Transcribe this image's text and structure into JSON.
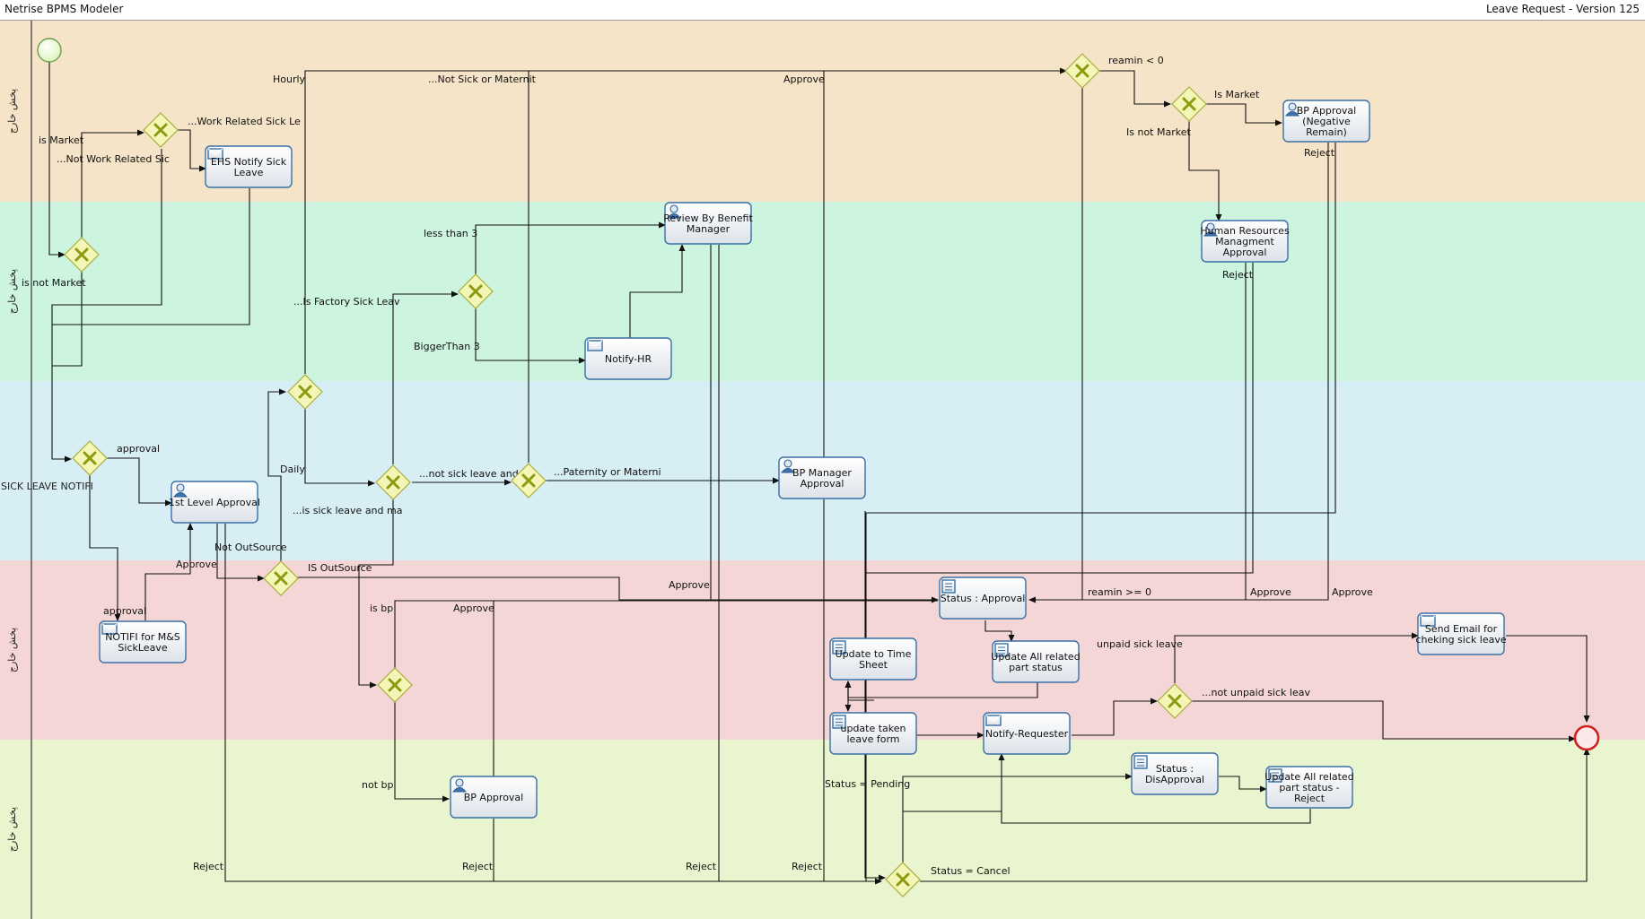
{
  "app": {
    "title": "Netrise BPMS Modeler",
    "document_title": "Leave Request - Version 125"
  },
  "colors": {
    "lane_1": "#f5e4c7",
    "lane_2": "#ccf4df",
    "lane_3": "#d7eef5",
    "lane_4": "#f5d6d6",
    "lane_5": "#e9f5cf",
    "task_border": "#3a6fa5",
    "gateway_fill": "#f3f6b6",
    "gateway_mark": "#8d9a10",
    "start_event": "#d9f5b8",
    "end_event": "#cc2222"
  },
  "lanes": [
    {
      "id": "lane1",
      "label": "پخش خارج"
    },
    {
      "id": "lane2",
      "label": "پخش خارج"
    },
    {
      "id": "lane3",
      "label": "SICK LEAVE NOTIFI"
    },
    {
      "id": "lane4",
      "label": "پخش خارج"
    },
    {
      "id": "lane5",
      "label": "پخش خارج"
    }
  ],
  "tasks": [
    {
      "id": "ehs",
      "type": "mail",
      "lines": [
        "EHS Notify Sick",
        "Leave"
      ]
    },
    {
      "id": "review",
      "type": "user",
      "lines": [
        "Review By Benefit",
        "Manager"
      ]
    },
    {
      "id": "notifyhr",
      "type": "mail",
      "lines": [
        "Notify-HR"
      ]
    },
    {
      "id": "firstlevel",
      "type": "user",
      "lines": [
        "1st Level Approval"
      ]
    },
    {
      "id": "bpmgr",
      "type": "user",
      "lines": [
        "BP Manager",
        "Approval"
      ]
    },
    {
      "id": "notifims",
      "type": "mail",
      "lines": [
        "NOTIFI for M&S",
        "SickLeave"
      ]
    },
    {
      "id": "statusappr",
      "type": "script",
      "lines": [
        "Status : Approval"
      ]
    },
    {
      "id": "updall",
      "type": "script",
      "lines": [
        "Update All related",
        "part status"
      ]
    },
    {
      "id": "updts",
      "type": "script",
      "lines": [
        "Update to Time",
        "Sheet"
      ]
    },
    {
      "id": "updtaken",
      "type": "script",
      "lines": [
        "update taken",
        "leave form"
      ]
    },
    {
      "id": "notifyreq",
      "type": "mail",
      "lines": [
        "Notify-Requester"
      ]
    },
    {
      "id": "sendemail",
      "type": "mail",
      "lines": [
        "Send Email for",
        "cheking sick leave"
      ]
    },
    {
      "id": "bpappr",
      "type": "user",
      "lines": [
        "BP Approval"
      ]
    },
    {
      "id": "statusdis",
      "type": "script",
      "lines": [
        "Status :",
        "DisApproval"
      ]
    },
    {
      "id": "updreject",
      "type": "script",
      "lines": [
        "Update All related",
        "part status -",
        "Reject"
      ]
    },
    {
      "id": "bpneg",
      "type": "user",
      "lines": [
        "BP Approval",
        "(Negative",
        "Remain)"
      ]
    },
    {
      "id": "hrm",
      "type": "user",
      "lines": [
        "Human Resources",
        "Managment",
        "Approval"
      ]
    }
  ],
  "gateways": [
    {
      "id": "g_market"
    },
    {
      "id": "g_workrel"
    },
    {
      "id": "g_approval"
    },
    {
      "id": "g_daily"
    },
    {
      "id": "g_sick"
    },
    {
      "id": "g_lessthan"
    },
    {
      "id": "g_paternity"
    },
    {
      "id": "g_outsource"
    },
    {
      "id": "g_isbp"
    },
    {
      "id": "g_reamin"
    },
    {
      "id": "g_ismarket"
    },
    {
      "id": "g_unpaid"
    },
    {
      "id": "g_status"
    }
  ],
  "edge_labels": [
    {
      "id": "l_ismarket",
      "text": "is Market"
    },
    {
      "id": "l_notwork",
      "text": "...Not Work Related Sic"
    },
    {
      "id": "l_workrel",
      "text": "...Work Related Sick Le"
    },
    {
      "id": "l_isnotmarket",
      "text": "is not Market"
    },
    {
      "id": "l_approval1",
      "text": "approval"
    },
    {
      "id": "l_approval2",
      "text": "approval"
    },
    {
      "id": "l_hourly",
      "text": "Hourly"
    },
    {
      "id": "l_notsickmat",
      "text": "...Not Sick or Maternit"
    },
    {
      "id": "l_approve_top",
      "text": "Approve"
    },
    {
      "id": "l_factory",
      "text": "...Is Factory Sick Leav"
    },
    {
      "id": "l_lessthan",
      "text": "less than 3"
    },
    {
      "id": "l_bigger",
      "text": "BiggerThan 3"
    },
    {
      "id": "l_daily",
      "text": "Daily"
    },
    {
      "id": "l_notsick",
      "text": "...not sick leave and m"
    },
    {
      "id": "l_paternity",
      "text": "...Paternity or Materni"
    },
    {
      "id": "l_issick",
      "text": "...is sick leave and ma"
    },
    {
      "id": "l_notout",
      "text": "Not OutSource"
    },
    {
      "id": "l_approve_1st",
      "text": "Approve"
    },
    {
      "id": "l_isout",
      "text": "IS OutSource"
    },
    {
      "id": "l_approve_mid",
      "text": "Approve"
    },
    {
      "id": "l_isbp",
      "text": "is bp"
    },
    {
      "id": "l_approve_bp",
      "text": "Approve"
    },
    {
      "id": "l_notbp",
      "text": "not bp"
    },
    {
      "id": "l_reamin_lt",
      "text": "reamin < 0"
    },
    {
      "id": "l_reamin_ge",
      "text": "reamin >= 0"
    },
    {
      "id": "l_ismarket2",
      "text": "Is Market"
    },
    {
      "id": "l_isnotmarket2",
      "text": "Is not Market"
    },
    {
      "id": "l_reject_bpneg",
      "text": "Reject"
    },
    {
      "id": "l_reject_hrm",
      "text": "Reject"
    },
    {
      "id": "l_approve_hrm",
      "text": "Approve"
    },
    {
      "id": "l_approve_bpneg",
      "text": "Approve"
    },
    {
      "id": "l_unpaid",
      "text": "unpaid sick leave"
    },
    {
      "id": "l_notunpaid",
      "text": "...not unpaid sick leav"
    },
    {
      "id": "l_pending",
      "text": "Status = Pending"
    },
    {
      "id": "l_cancel",
      "text": "Status = Cancel"
    },
    {
      "id": "l_reject1",
      "text": "Reject"
    },
    {
      "id": "l_reject2",
      "text": "Reject"
    },
    {
      "id": "l_reject3",
      "text": "Reject"
    },
    {
      "id": "l_reject4",
      "text": "Reject"
    }
  ]
}
